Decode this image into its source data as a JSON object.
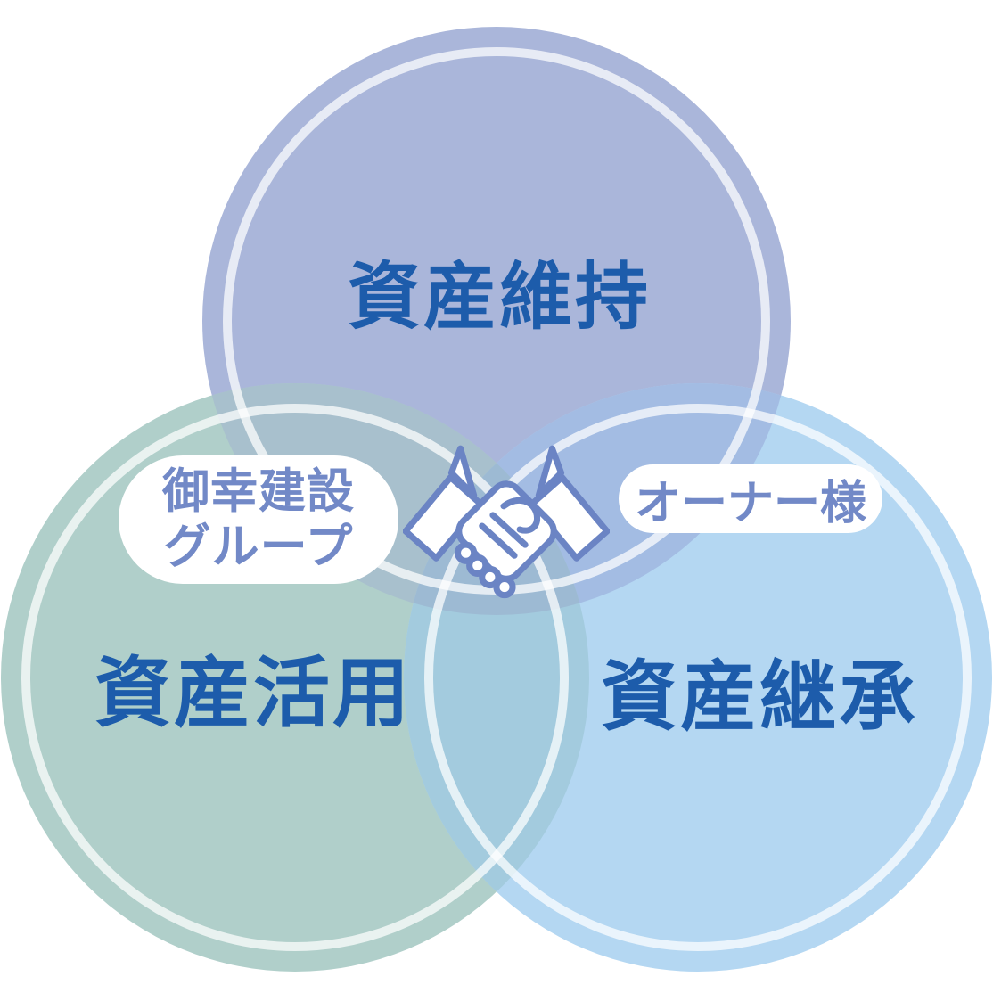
{
  "diagram": {
    "type": "venn",
    "circles": [
      {
        "id": "asset-maintenance",
        "label": "資産維持"
      },
      {
        "id": "asset-utilization",
        "label": "資産活用"
      },
      {
        "id": "asset-succession",
        "label": "資産継承"
      }
    ],
    "center": {
      "left_pill": {
        "line1": "御幸建設",
        "line2": "グループ"
      },
      "right_pill": {
        "text": "オーナー様"
      },
      "icon": "handshake-icon"
    },
    "colors": {
      "circle_maintenance": "#aab6da",
      "circle_utilization": "#b0cfca",
      "circle_succession": "#b4d7f2",
      "overlap_maintenance_utilization": "#a8c0cd",
      "overlap_maintenance_succession": "#a3bce3",
      "overlap_utilization_succession": "#a3cbde",
      "overlap_all": "#9dbad3",
      "ring": "rgba(255,255,255,0.72)",
      "label_text": "#1d5cab",
      "pill_text": "#7289c7",
      "pill_bg": "#ffffff",
      "icon_stroke": "#6b84c4",
      "icon_fill": "#ffffff"
    }
  }
}
